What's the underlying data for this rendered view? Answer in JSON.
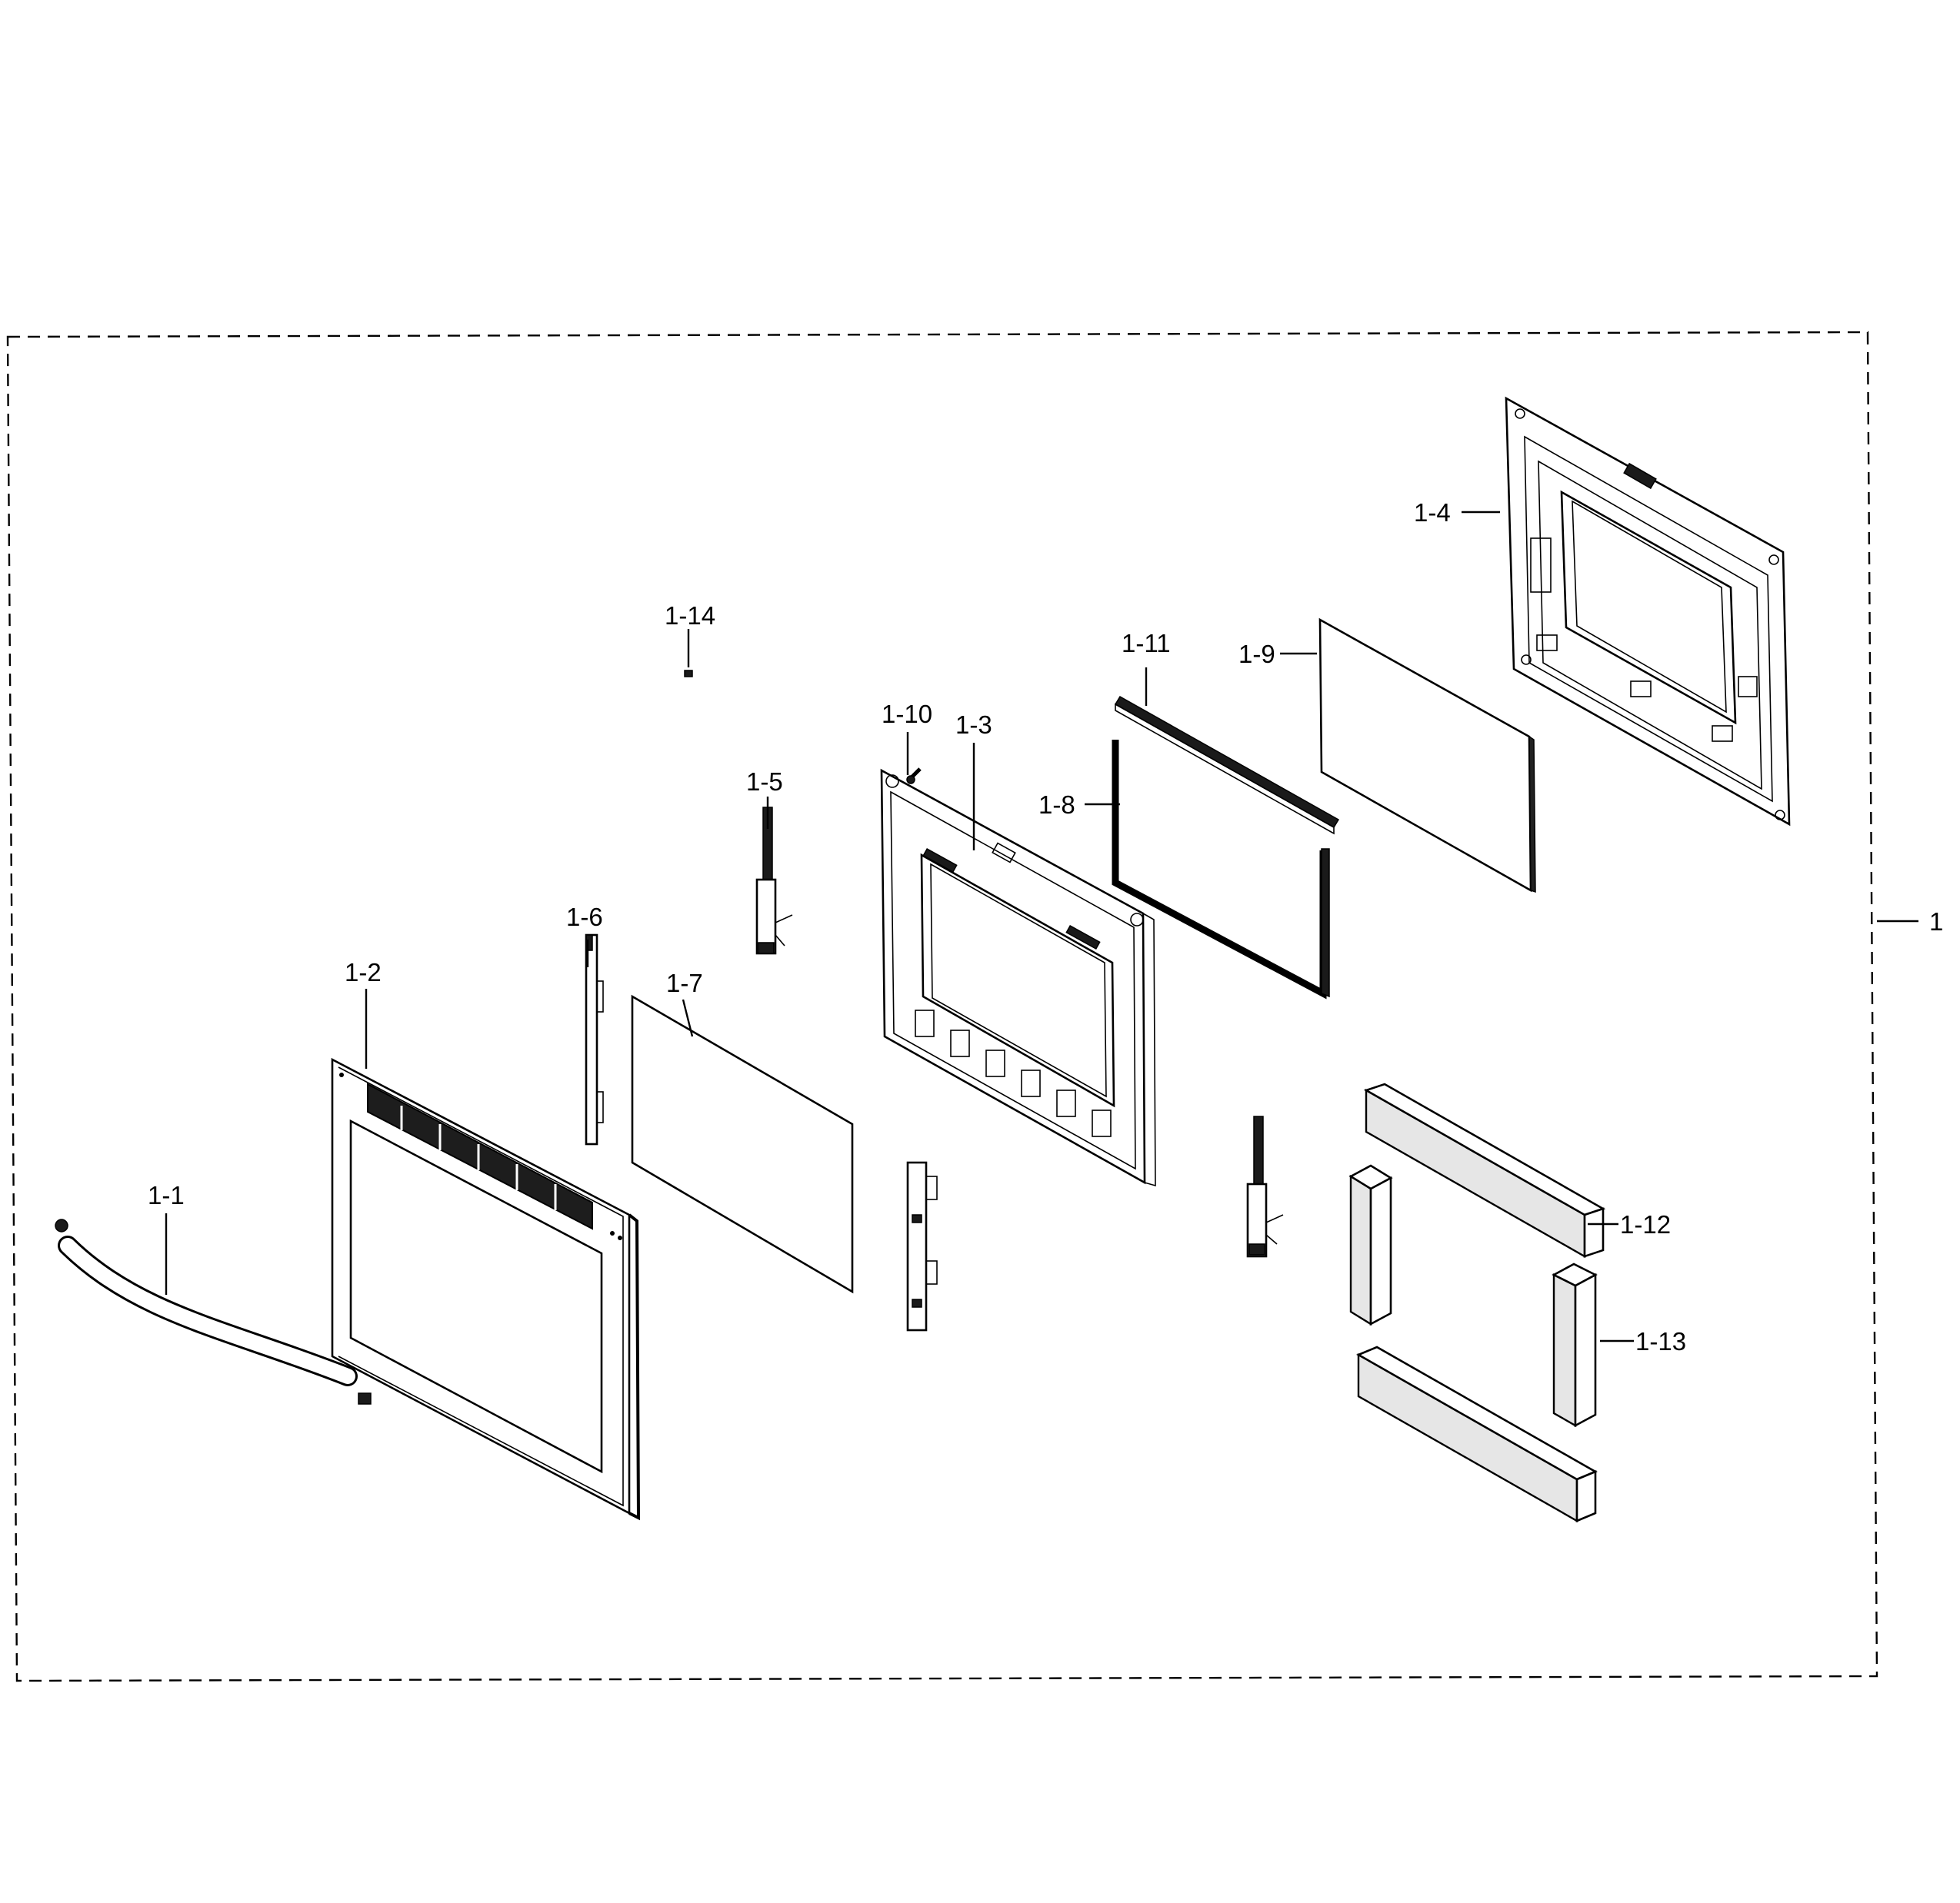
{
  "diagram": {
    "labels": {
      "assembly": "1",
      "p1_1": "1-1",
      "p1_2": "1-2",
      "p1_3": "1-3",
      "p1_4": "1-4",
      "p1_5": "1-5",
      "p1_6": "1-6",
      "p1_7": "1-7",
      "p1_8": "1-8",
      "p1_9": "1-9",
      "p1_10": "1-10",
      "p1_11": "1-11",
      "p1_12": "1-12",
      "p1_13": "1-13",
      "p1_14": "1-14"
    }
  }
}
